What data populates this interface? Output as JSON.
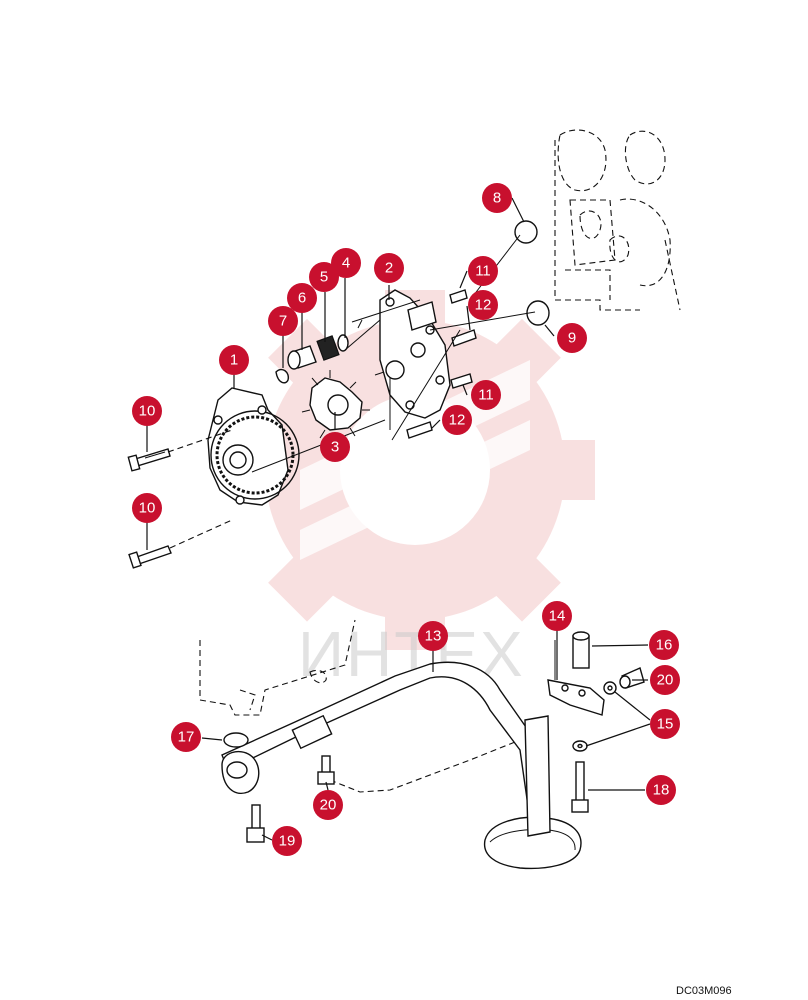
{
  "watermark": {
    "text": "ИНТЕХ",
    "gear_color": "#f4c8c8"
  },
  "drawing_code": "DC03M096",
  "callout_color": "#c8102e",
  "callouts": {
    "c1": "1",
    "c2": "2",
    "c3": "3",
    "c4": "4",
    "c5": "5",
    "c6": "6",
    "c7": "7",
    "c8": "8",
    "c9": "9",
    "c10a": "10",
    "c10b": "10",
    "c11a": "11",
    "c11b": "11",
    "c12a": "12",
    "c12b": "12",
    "c13": "13",
    "c14": "14",
    "c15": "15",
    "c16": "16",
    "c17": "17",
    "c18": "18",
    "c19": "19",
    "c20a": "20",
    "c20b": "20"
  }
}
